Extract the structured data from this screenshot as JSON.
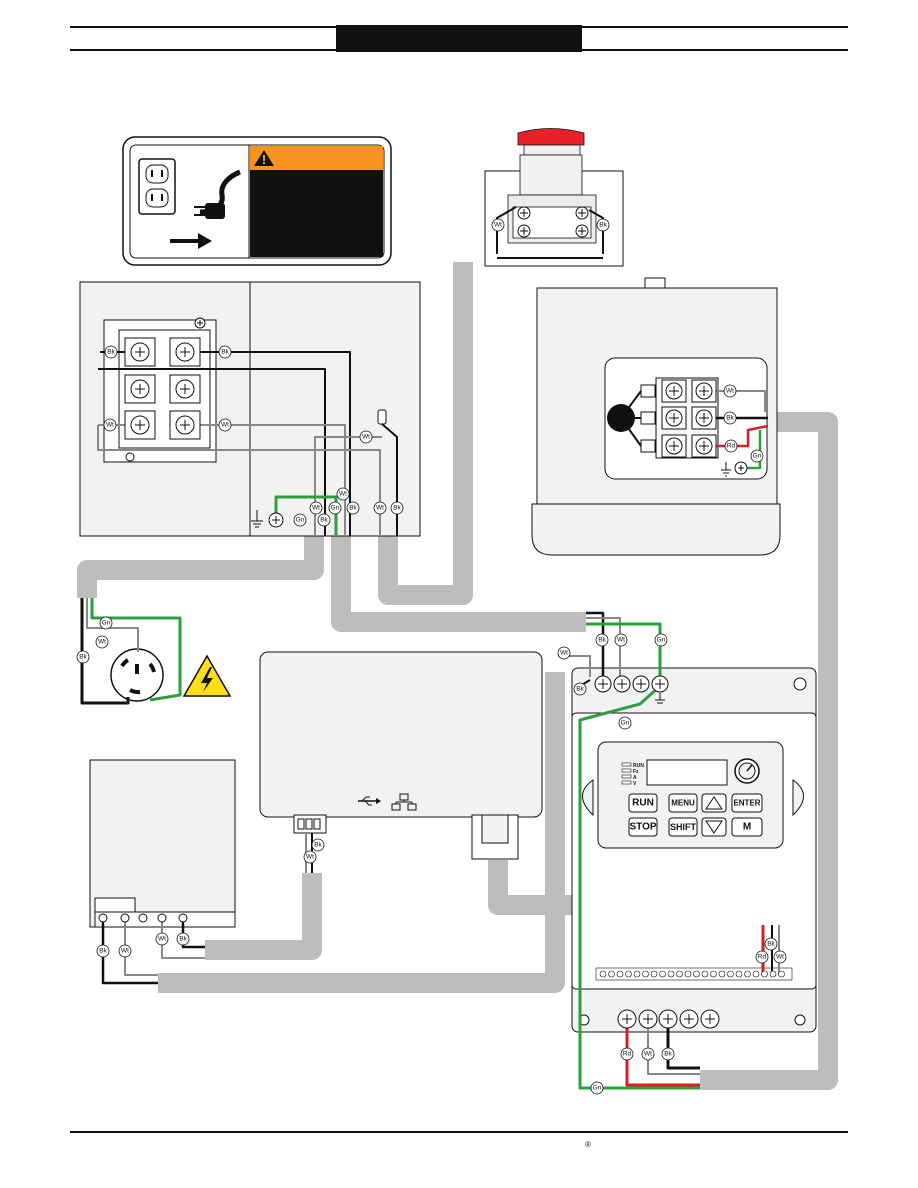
{
  "header": {
    "title_bar": ""
  },
  "footer": {
    "registered_mark": "®"
  },
  "wire_tags": {
    "black": "Bk",
    "white": "Wt",
    "green": "Gn",
    "red": "Rd"
  },
  "vfd_panel": {
    "led_labels": [
      "RUN",
      "Fz",
      "A",
      "V"
    ],
    "keys": {
      "run": "RUN",
      "menu": "MENU",
      "enter": "ENTER",
      "stop": "STOP",
      "shift": "SHIFT",
      "m": "M"
    }
  },
  "pc_box": {
    "usb_symbol": "USB",
    "network_symbol": "LAN"
  },
  "colors": {
    "conduit": "#bdbdbd",
    "wire_black": "#111111",
    "wire_green": "#2e9e3e",
    "wire_red": "#d42020",
    "panel_fill": "#f2f2f2",
    "warning_orange": "#f7941d",
    "emergency_stop_red": "#e8202a",
    "hazard_yellow": "#ffde17"
  },
  "icons": [
    "warning-triangle-icon",
    "duplex-outlet-icon",
    "plug-icon",
    "arrow-right-icon",
    "hazard-voltage-icon",
    "usb-icon",
    "network-icon",
    "ground-icon",
    "potentiometer-icon"
  ]
}
